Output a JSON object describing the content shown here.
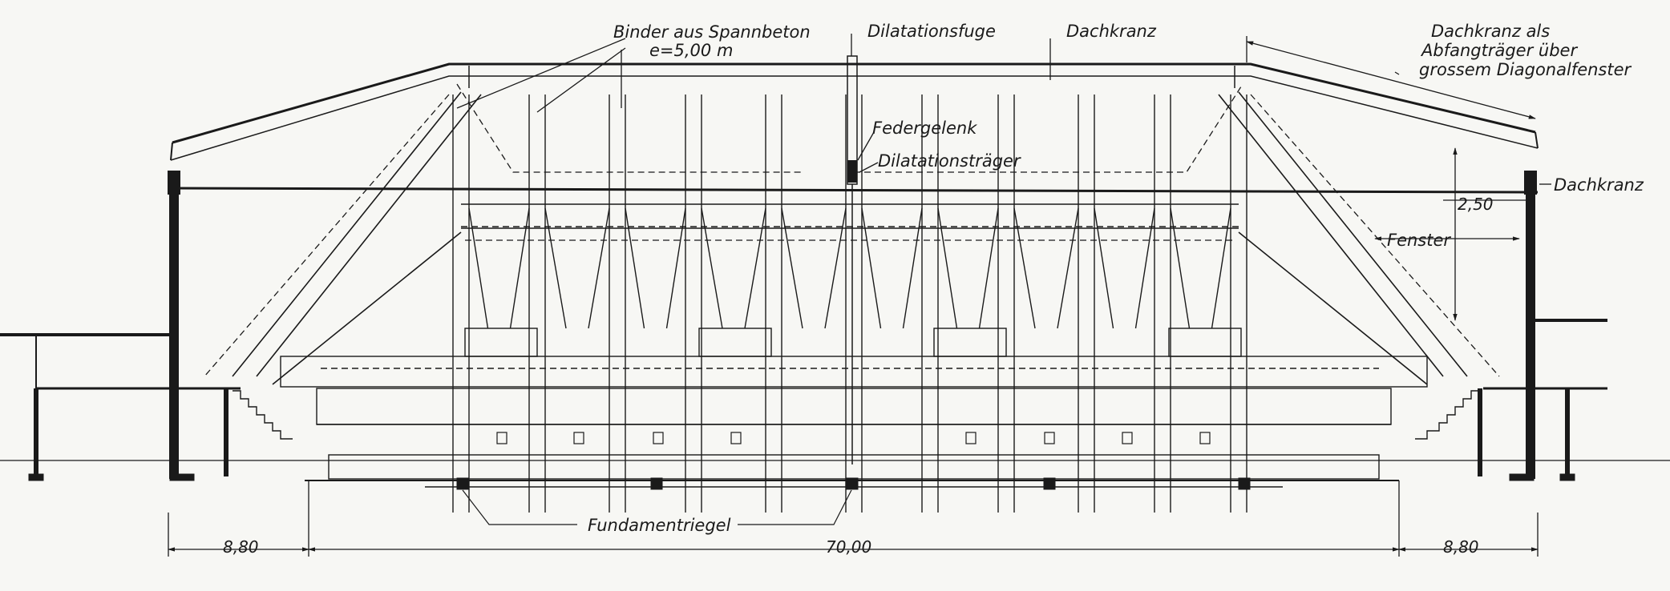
{
  "labels": {
    "binder": "Binder aus Spannbeton",
    "spacing": "e=5,00 m",
    "dilatationsfuge": "Dilatationsfuge",
    "dachkranz_top": "Dachkranz",
    "dachkranz_als_1": "Dachkranz als",
    "dachkranz_als_2": "Abfangträger über",
    "dachkranz_als_3": "grossem Diagonalfenster",
    "federgelenk": "Federgelenk",
    "dilatationstraeger": "Dilatationsträger",
    "dachkranz_right": "Dachkranz",
    "height": "2,50",
    "fenster": "Fenster",
    "fundamentriegel": "Fundamentriegel"
  },
  "dimensions": {
    "left": "8,80",
    "center": "70,00",
    "right": "8,80"
  },
  "colors": {
    "ink": "#1a1a1a",
    "paper": "#f7f7f4"
  }
}
